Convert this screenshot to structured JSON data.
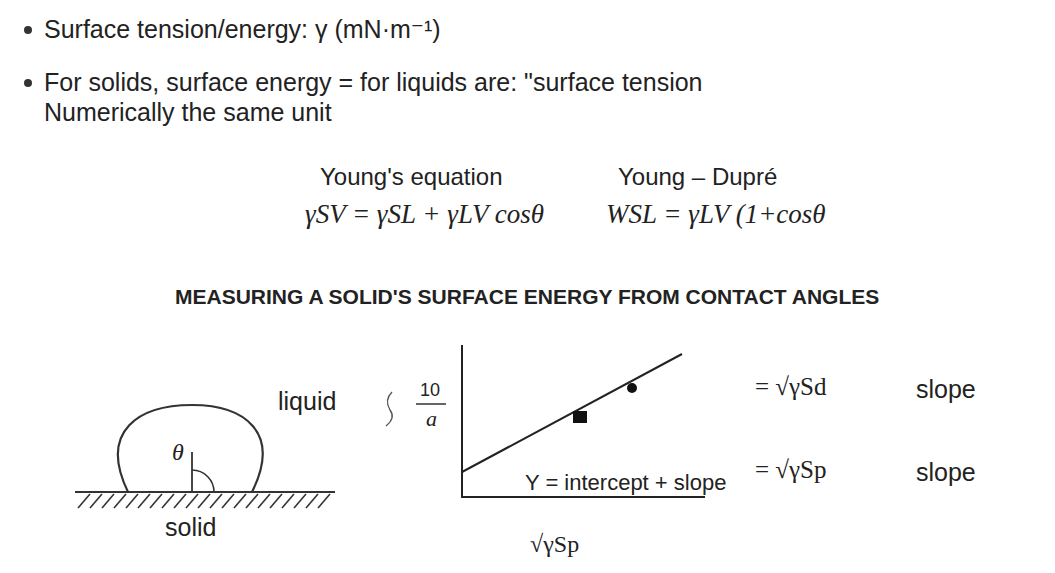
{
  "diagram": {
    "title": "MEASURING A SOLID'S SURFACE ENERGY FROM CONTACT ANGLES",
    "labels": [
      "Surface tension/energy: γ (mN·m⁻¹)",
      "For solids, surface energy = for liquids are: \"surface tension",
      "Numerically the same unit",
      "Young's equation",
      "γSV = γSL + γLV cosθ",
      "Young – Dupré",
      "WSL = γLV (1+cosθ",
      "θ",
      "liquid",
      "10",
      "a",
      "solid",
      "Y = intercept + slope",
      "√γSp",
      "= √γSd",
      "slope",
      "= √γSp",
      "slope"
    ]
  }
}
